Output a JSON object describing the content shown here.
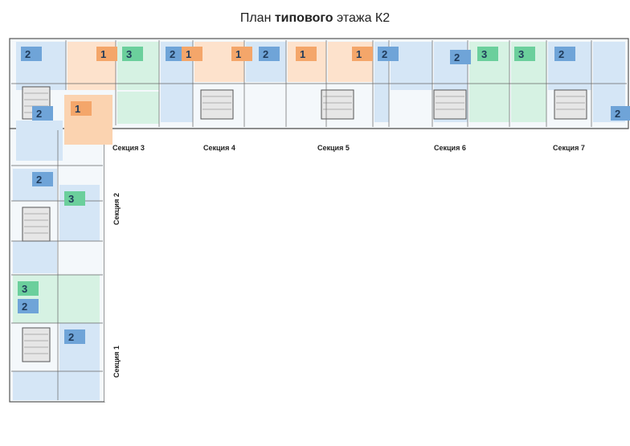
{
  "title": {
    "prefix": "План ",
    "bold": "типового",
    "suffix": " этажа К2"
  },
  "sections": [
    {
      "id": "s1",
      "label": "Секция 1"
    },
    {
      "id": "s2",
      "label": "Секция 2"
    },
    {
      "id": "s3",
      "label": "Секция 3"
    },
    {
      "id": "s4",
      "label": "Секция 4"
    },
    {
      "id": "s5",
      "label": "Секция 5"
    },
    {
      "id": "s6",
      "label": "Секция 6"
    },
    {
      "id": "s7",
      "label": "Секция 7"
    }
  ],
  "colors": {
    "one_room": "#f4a66a",
    "two_room": "#6fa4d8",
    "three_room": "#6bcf9c",
    "one_room_light": "#fde2cc",
    "two_room_light": "#d5e6f6",
    "three_room_light": "#d6f2e3",
    "core": "#e6e6e6",
    "walls": "#555555"
  },
  "apartments": [
    {
      "rooms": "2",
      "type": "two_room"
    },
    {
      "rooms": "1",
      "type": "one_room"
    },
    {
      "rooms": "3",
      "type": "three_room"
    },
    {
      "rooms": "2",
      "type": "two_room"
    },
    {
      "rooms": "1",
      "type": "one_room"
    },
    {
      "rooms": "1",
      "type": "one_room"
    },
    {
      "rooms": "2",
      "type": "two_room"
    },
    {
      "rooms": "1",
      "type": "one_room"
    },
    {
      "rooms": "1",
      "type": "one_room"
    },
    {
      "rooms": "2",
      "type": "two_room"
    },
    {
      "rooms": "2",
      "type": "two_room"
    },
    {
      "rooms": "3",
      "type": "three_room"
    },
    {
      "rooms": "3",
      "type": "three_room"
    },
    {
      "rooms": "2",
      "type": "two_room"
    },
    {
      "rooms": "2",
      "type": "two_room"
    },
    {
      "rooms": "2",
      "type": "two_room"
    },
    {
      "rooms": "2",
      "type": "two_room"
    },
    {
      "rooms": "3",
      "type": "three_room"
    },
    {
      "rooms": "3",
      "type": "three_room"
    },
    {
      "rooms": "2",
      "type": "two_room"
    },
    {
      "rooms": "2",
      "type": "two_room"
    },
    {
      "rooms": "1",
      "type": "one_room"
    }
  ]
}
